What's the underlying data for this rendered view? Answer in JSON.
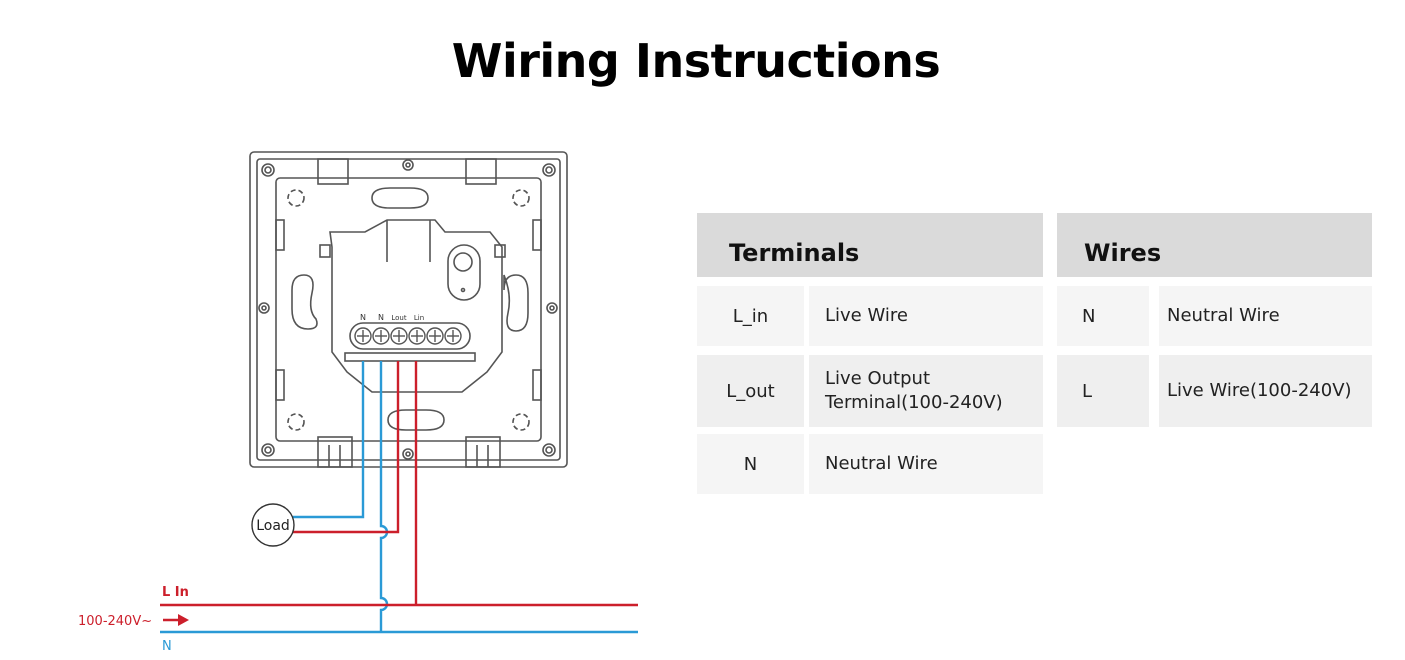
{
  "page": {
    "title": "Wiring Instructions"
  },
  "diagram": {
    "terminal_labels": [
      "N",
      "N",
      "Lout",
      "Lin"
    ],
    "load_label": "Load",
    "line_in_label": "L In",
    "neutral_label": "N",
    "voltage_label": "100-240V~",
    "colors": {
      "live": "#cc1f2b",
      "neutral": "#2a9ad6",
      "outline": "#555555"
    }
  },
  "terminals_table": {
    "header": "Terminals",
    "rows": [
      {
        "terminal": "L_in",
        "description": "Live Wire"
      },
      {
        "terminal": "L_out",
        "description": "Live Output Terminal(100-240V)"
      },
      {
        "terminal": "N",
        "description": "Neutral Wire"
      }
    ]
  },
  "wires_table": {
    "header": "Wires",
    "rows": [
      {
        "wire": "N",
        "description": "Neutral Wire"
      },
      {
        "wire": "L",
        "description": "Live Wire(100-240V)"
      }
    ]
  }
}
